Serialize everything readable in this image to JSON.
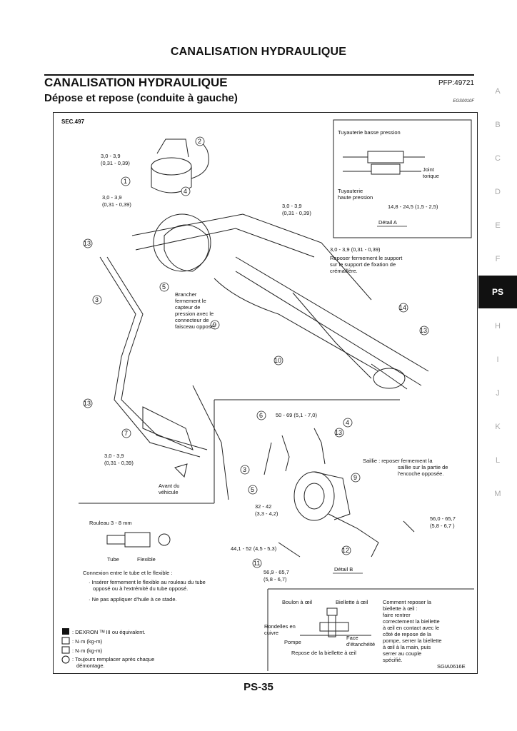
{
  "page": {
    "header": "CANALISATION HYDRAULIQUE",
    "title": "CANALISATION HYDRAULIQUE",
    "pfp": "PFP:49721",
    "subtitle": "Dépose et repose (conduite à gauche)",
    "code": "EGS0010F",
    "page_number": "PS-35"
  },
  "nav": [
    "A",
    "B",
    "C",
    "D",
    "E",
    "F",
    "PS",
    "H",
    "I",
    "J",
    "K",
    "L",
    "M"
  ],
  "nav_active": "PS",
  "diagram": {
    "sec": "SEC.497",
    "torque1a": "3,0 - 3,9",
    "torque1b": "(0,31 - 0,39)",
    "torque2a": "3,0 - 3,9",
    "torque2b": "(0,31 - 0,39)",
    "torque3a": "3,0 - 3,9",
    "torque3b": "(0,31 - 0,39)",
    "torque4": "3,0 - 3,9 (0,31 - 0,39)",
    "torque4_note1": "Reposer fermement le support",
    "torque4_note2": "sur le support de fixation de",
    "torque4_note3": "crémaillère.",
    "torque5a": "3,0 - 3,9",
    "torque5b": "(0,31 - 0,39)",
    "branch1": "Brancher",
    "branch2": "fermement le",
    "branch3": "capteur de",
    "branch4": "pression avec le",
    "branch5": "connecteur de",
    "branch6": "faisceau opposé.",
    "avant1": "Avant du",
    "avant2": "véhicule",
    "detA_low": "Tuyauterie basse pression",
    "detA_joint1": "Joint",
    "detA_joint2": "torique",
    "detA_high1": "Tuyauterie",
    "detA_high2": "haute pression",
    "detA_torque": "14,8 - 24,5 (1,5 - 2,5)",
    "detA_title": "Détail A",
    "detB_t1": "50 - 69 (5,1 - 7,0)",
    "saillie1": "Saillie :  reposer fermement la",
    "saillie2": "saillie sur la partie de",
    "saillie3": "l'encoche opposée.",
    "detB_t2a": "32 - 42",
    "detB_t2b": "(3,3 - 4,2)",
    "detB_t3a": "56,0 - 65,7",
    "detB_t3b": "(5,8 - 6,7 )",
    "detB_t4": "44,1 - 52 (4,5 - 5,3)",
    "detB_t5a": "56,9 - 65,7",
    "detB_t5b": "(5,8 - 6,7)",
    "detB_title": "Détail B",
    "rouleau": "Rouleau 3 - 8 mm",
    "tube": "Tube",
    "flexible": "Flexible",
    "conn_title": "Connexion entre le tube et le flexible :",
    "conn1a": "· Insérer fermement le flexible au rouleau du tube",
    "conn1b": "opposé ou à l'extrémité du tube opposé.",
    "conn2": "· Ne pas appliquer d'huile à ce stade.",
    "boulon": "Boulon à œil",
    "biellette": "Biellette à œil",
    "rondelles1": "Rondelles en",
    "rondelles2": "cuivre",
    "pompe": "Pompe",
    "face1": "Face",
    "face2": "d'étanchéité",
    "repose_b": "Repose de la biellette à œil",
    "comment1": "Comment reposer la",
    "comment2": "biellette à œil :",
    "comment3": "faire rentrer",
    "comment4": "correctement la biellette",
    "comment5": "à œil en contact avec le",
    "comment6": "côté de repose de la",
    "comment7": "pompe, serrer la biellette",
    "comment8": "à œil à la main, puis",
    "comment9": "serrer au couple",
    "comment10": "spécifié.",
    "leg1": ": DEXRON ᵀᴹ III ou équivalent.",
    "leg2": ": N·m (kg-m)",
    "leg3": ": N·m (kg-m)",
    "leg4a": ": Toujours remplacer après chaque",
    "leg4b": "démontage.",
    "figcode": "SGIA0616E"
  }
}
